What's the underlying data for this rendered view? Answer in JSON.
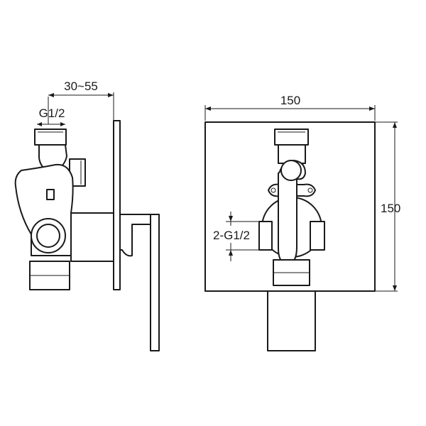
{
  "side_view": {
    "dim_depth_range": "30~55",
    "dim_thread": "G1/2"
  },
  "front_view": {
    "dim_width": "150",
    "dim_height": "150",
    "dim_outlets": "2-G1/2"
  },
  "colors": {
    "line": "#1a1a1a",
    "background": "#ffffff"
  }
}
